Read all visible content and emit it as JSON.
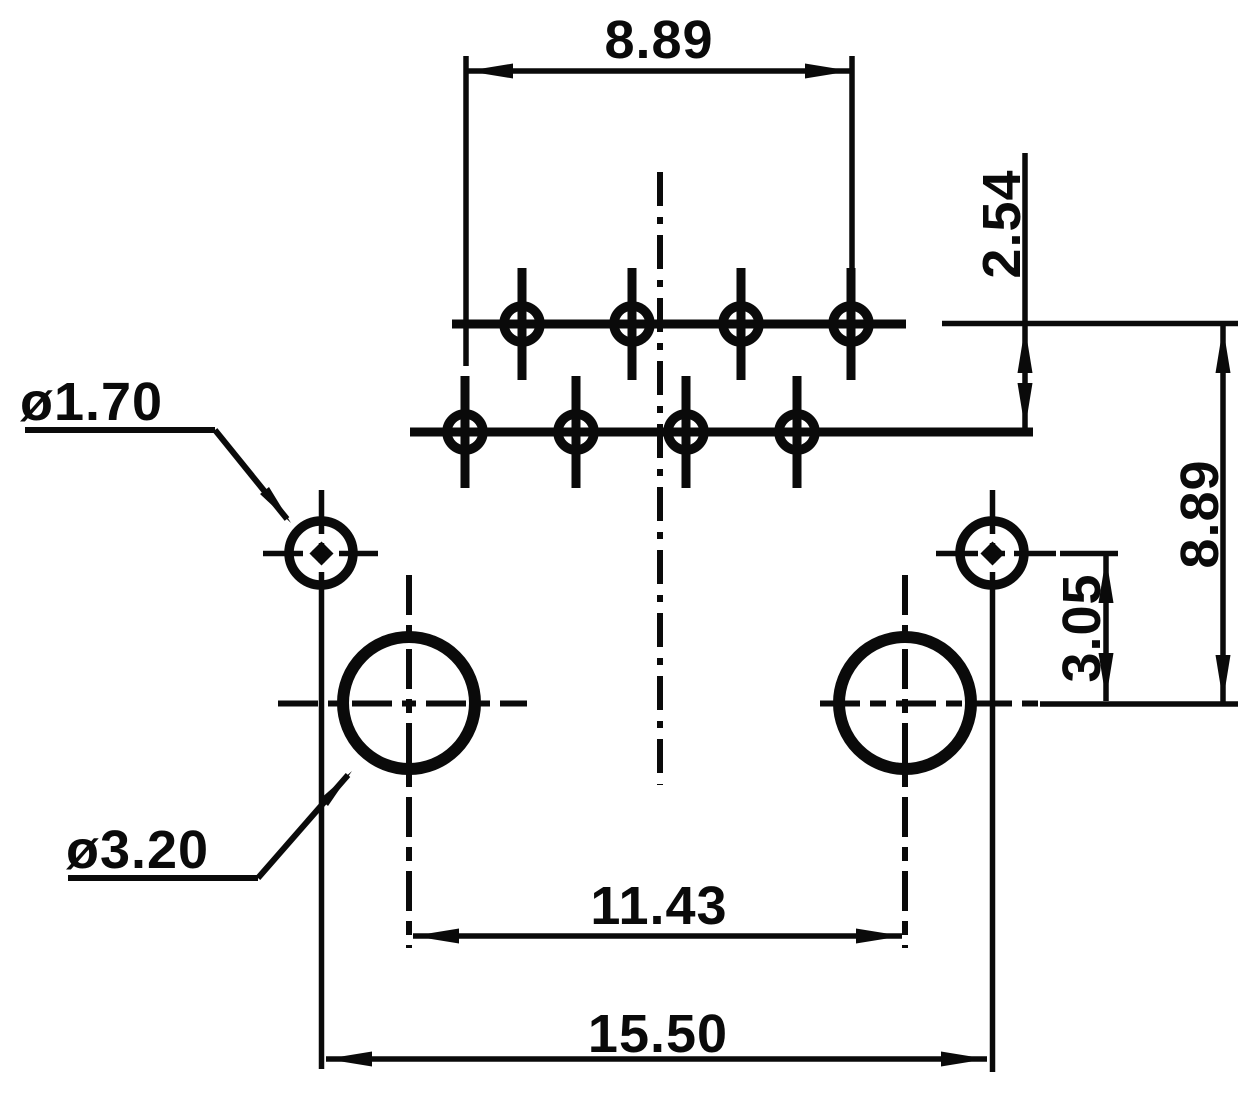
{
  "drawing": {
    "background": "#ffffff",
    "ink_color": "#0a0a0a",
    "type": "technical-dimension-drawing",
    "subject": "connector-footprint-hole-pattern",
    "dimensions": {
      "pin_span_top": "8.89",
      "row_pitch": "2.54",
      "pin_row_to_hole_row": "8.89",
      "hole_row_offset": "3.05",
      "large_hole_spacing": "11.43",
      "small_hole_spacing": "15.50"
    },
    "callouts": {
      "small_hole_diameter": "ø1.70",
      "large_hole_diameter": "ø3.20"
    }
  }
}
